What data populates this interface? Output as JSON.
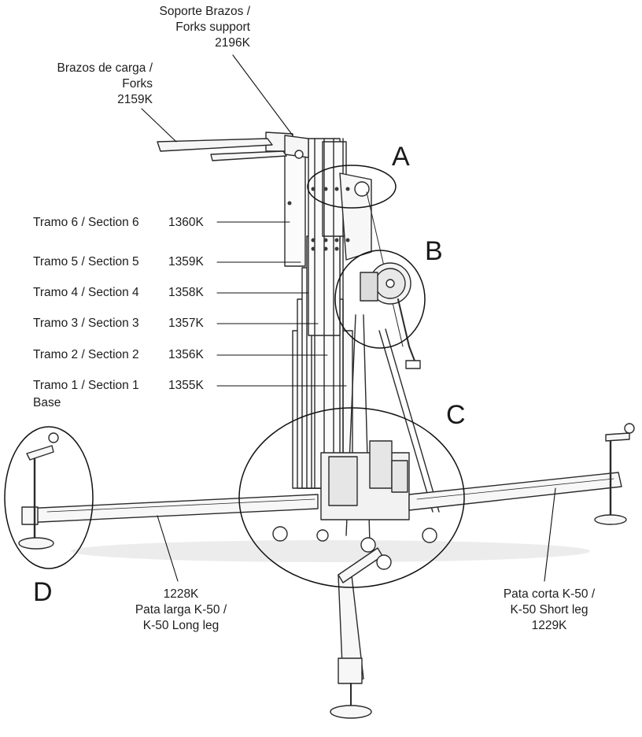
{
  "callouts": {
    "forks_support": {
      "line1": "Soporte Brazos /",
      "line2": "Forks support",
      "code": "2196K"
    },
    "forks": {
      "line1": "Brazos de carga /",
      "line2": "Forks",
      "code": "2159K"
    },
    "long_leg": {
      "code": "1228K",
      "line1": "Pata larga K-50 /",
      "line2": "K-50 Long leg"
    },
    "short_leg": {
      "line1": "Pata corta K-50 /",
      "line2": "K-50 Short leg",
      "code": "1229K"
    }
  },
  "sections": [
    {
      "label": "Tramo 6 / Section 6",
      "code": "1360K"
    },
    {
      "label": "Tramo 5 / Section 5",
      "code": "1359K"
    },
    {
      "label": "Tramo 4 / Section 4",
      "code": "1358K"
    },
    {
      "label": "Tramo 3 / Section 3",
      "code": "1357K"
    },
    {
      "label": "Tramo 2 / Section 2",
      "code": "1356K"
    },
    {
      "label": "Tramo 1 / Section 1",
      "code": "1355K",
      "sublabel": "Base"
    }
  ],
  "detail_markers": [
    "A",
    "B",
    "C",
    "D"
  ]
}
